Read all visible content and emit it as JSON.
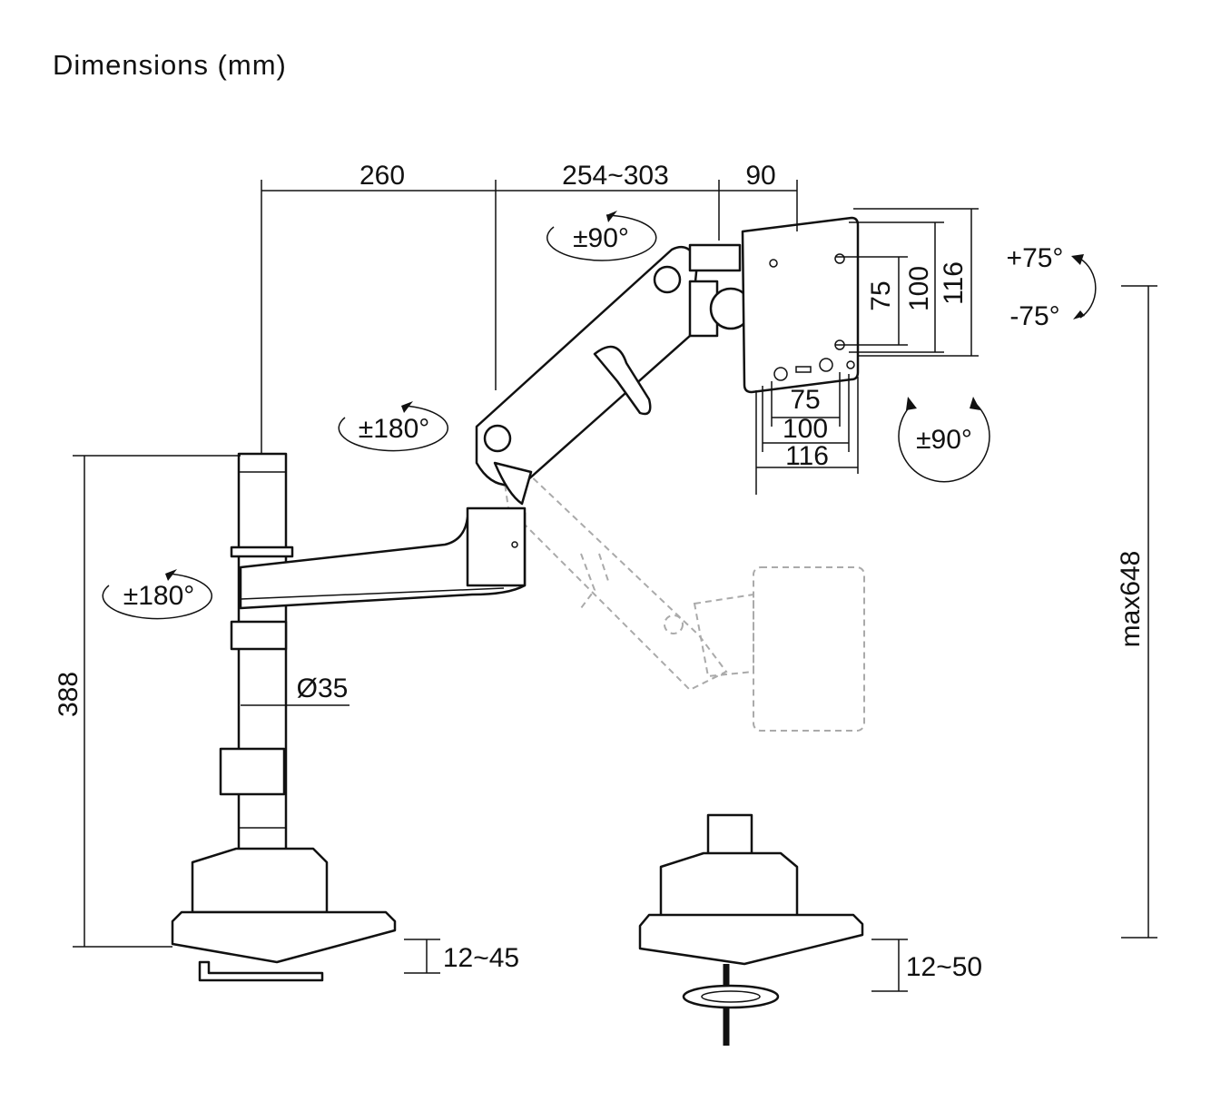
{
  "title": "Dimensions (mm)",
  "dimensions": {
    "pole_to_joint": "260",
    "arm_length": "254~303",
    "head_offset": "90",
    "height": "388",
    "max_height": "max648",
    "pole_diameter": "Ø35",
    "clamp_range": "12~45",
    "grommet_range": "12~50"
  },
  "vesa": {
    "vertical": [
      "75",
      "100",
      "116"
    ],
    "horizontal": [
      "75",
      "100",
      "116"
    ]
  },
  "rotations": {
    "head_swivel": "±90°",
    "arm_joint": "±180°",
    "pole_swivel": "±180°",
    "tilt_up": "+75°",
    "tilt_down": "-75°",
    "screen_rotation": "±90°"
  }
}
